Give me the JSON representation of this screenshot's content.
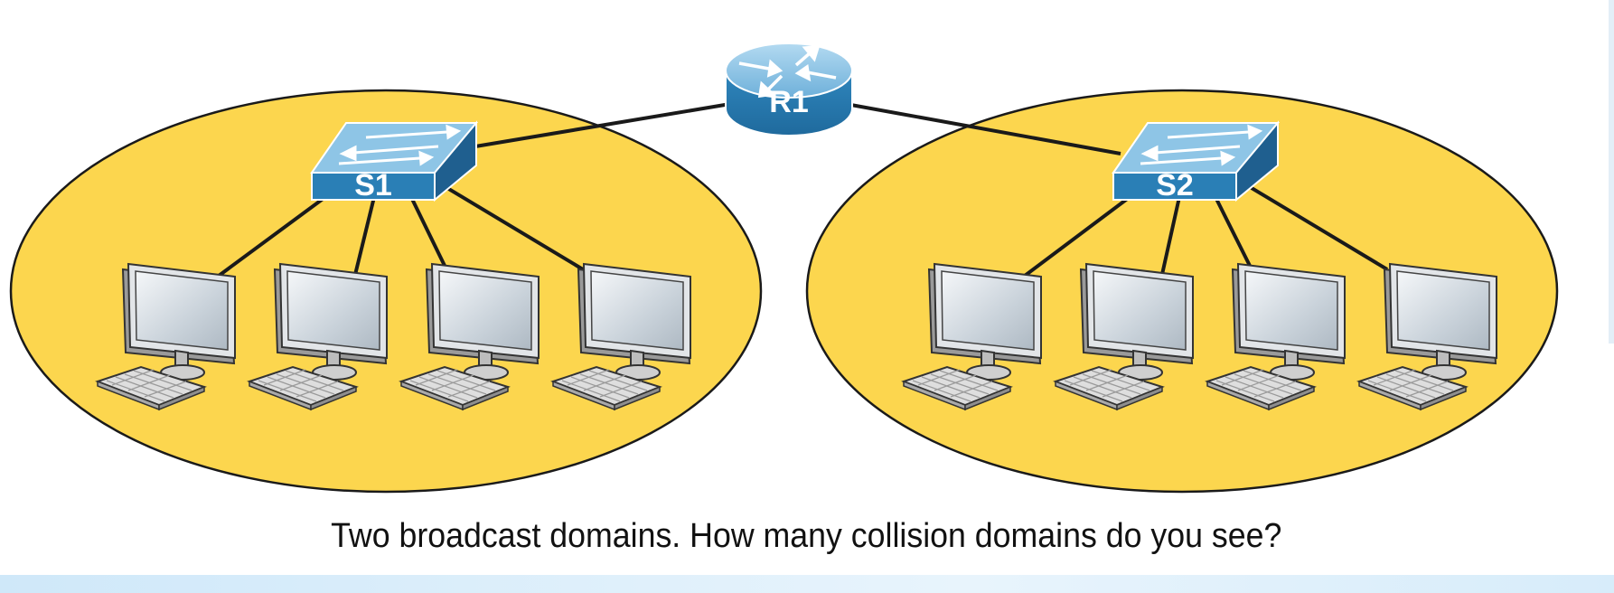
{
  "router": {
    "label": "R1",
    "icon": "router-icon"
  },
  "switches": [
    {
      "label": "S1",
      "icon": "switch-icon"
    },
    {
      "label": "S2",
      "icon": "switch-icon"
    }
  ],
  "workstations_per_switch": 4,
  "caption": "Two broadcast domains. How many collision domains do you see?",
  "colors": {
    "domain_fill": "#fcd64e",
    "device_blue": "#2a7fb6",
    "device_top": "#8ec5e6",
    "link": "#1a1a1a"
  }
}
